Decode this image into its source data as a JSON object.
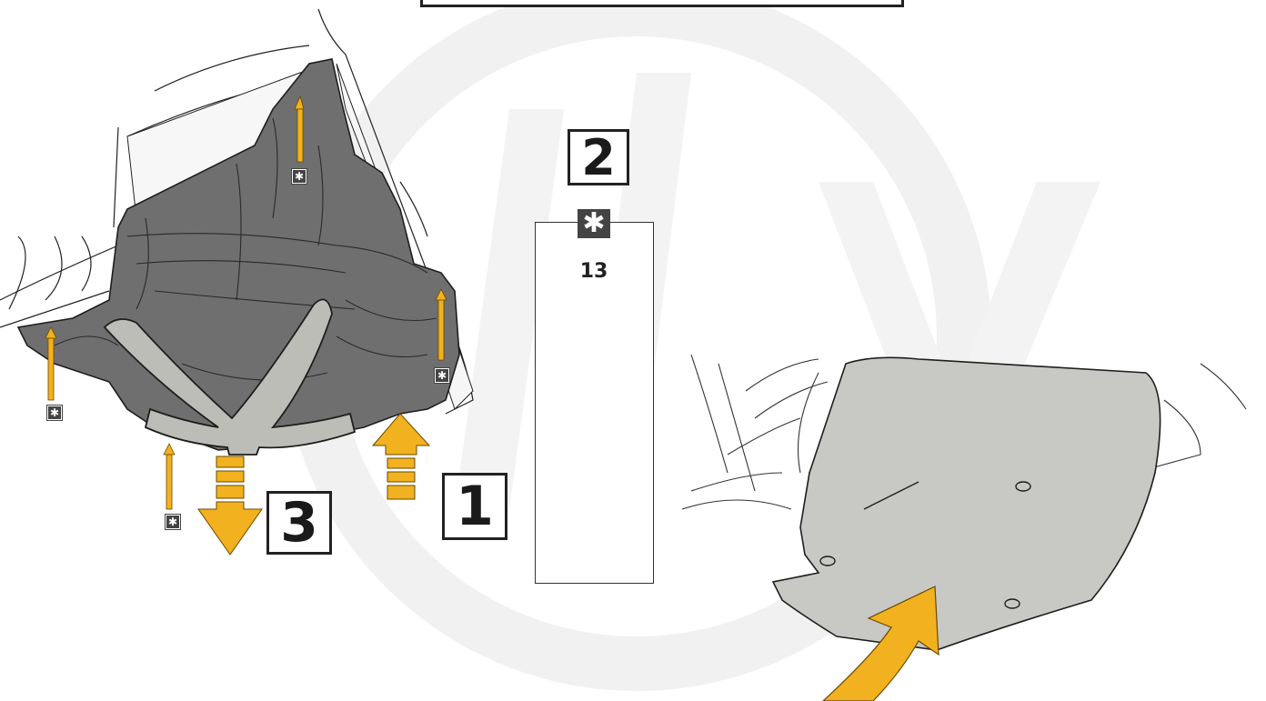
{
  "steps": {
    "step1": "1",
    "step2": "2",
    "step3": "3"
  },
  "tool": {
    "badge_symbol": "✱",
    "socket_size": "13"
  },
  "fastener_tag_symbol": "✱",
  "colors": {
    "arrow": "#f2b11e",
    "cover_dark": "#6e6e6e",
    "cover_light": "#c8c8c4",
    "outline": "#222222",
    "watermark": "#f0f0f0"
  },
  "icons": [
    "hex-nut-icon",
    "ratchet-wrench-icon",
    "socket-icon",
    "lift-arrow-icon",
    "remove-arrow-icon",
    "install-arrow-icon"
  ]
}
